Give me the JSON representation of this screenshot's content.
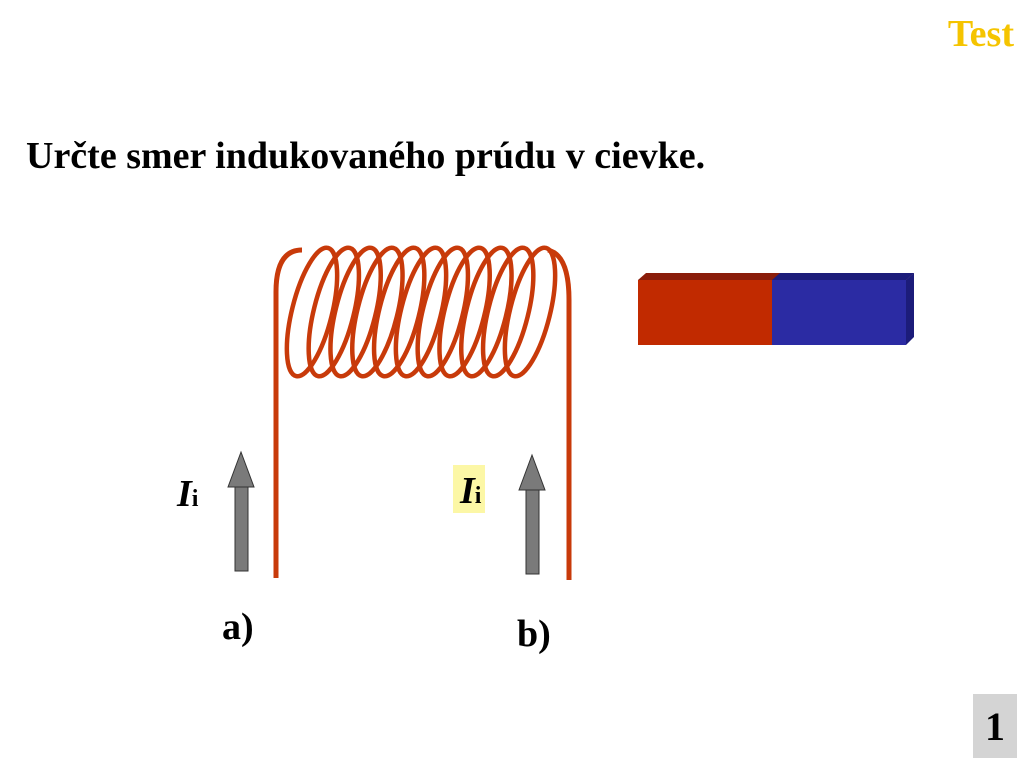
{
  "header": {
    "badge": "Test"
  },
  "question": "Určte smer indukovaného prúdu v cievke.",
  "diagram": {
    "current_symbol": "I",
    "current_subscript": "i",
    "options": [
      {
        "letter": "a)",
        "arrow_direction": "up",
        "highlighted": false
      },
      {
        "letter": "b)",
        "arrow_direction": "up",
        "highlighted": true
      }
    ],
    "magnet": {
      "left_pole_color": "#c12a00",
      "right_pole_color": "#2b2ba3"
    },
    "coil_color": "#c83a0a",
    "arrow_color": "#7a7a7a"
  },
  "footer": {
    "page_number": "1"
  }
}
